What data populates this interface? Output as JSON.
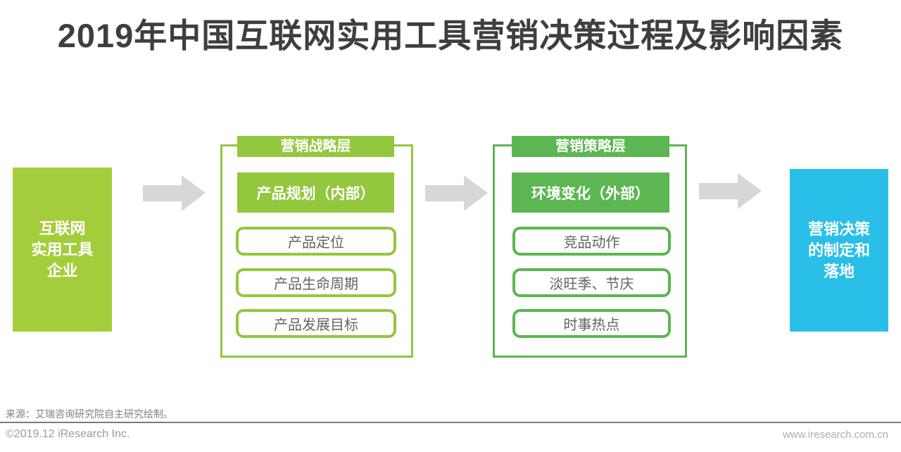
{
  "title": "2019年中国互联网实用工具营销决策过程及影响因素",
  "flow": {
    "source_box": {
      "lines": [
        "互联网",
        "实用工具",
        "企业"
      ]
    },
    "stages": [
      {
        "header": "营销战略层",
        "highlight": "产品规划（内部）",
        "items": [
          "产品定位",
          "产品生命周期",
          "产品发展目标"
        ]
      },
      {
        "header": "营销策略层",
        "highlight": "环境变化（外部）",
        "items": [
          "竞品动作",
          "淡旺季、节庆",
          "时事热点"
        ]
      }
    ],
    "result_box": {
      "lines": [
        "营销决策",
        "的制定和",
        "落地"
      ]
    }
  },
  "footer": {
    "source_note": "来源：艾瑞咨询研究院自主研究绘制。",
    "copyright": "©2019.12 iResearch Inc.",
    "website": "www.iresearch.com.cn"
  },
  "colors": {
    "title_text": "#3e3e3e",
    "source_box_green": "#a4cd3c",
    "stage1_green": "#93c73e",
    "stage2_green": "#5cb651",
    "result_box_blue": "#29bfe8",
    "arrow_gray": "#d7d7d7",
    "item_text_gray": "#636363"
  }
}
